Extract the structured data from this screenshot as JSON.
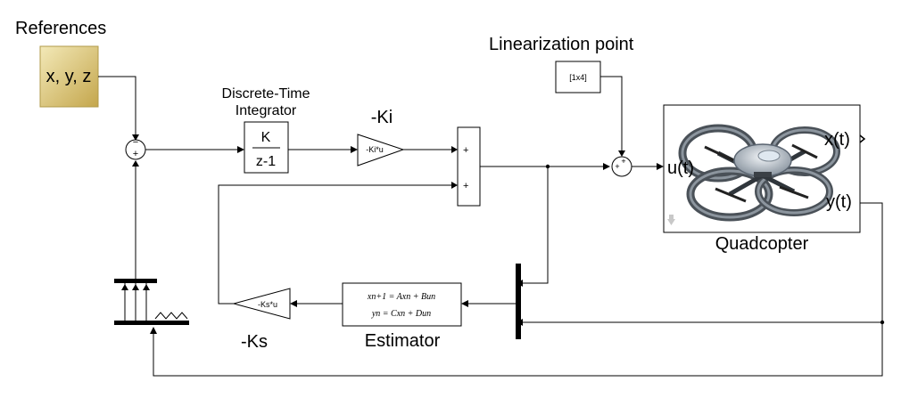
{
  "blocks": {
    "references": {
      "title": "References",
      "value": "x, y, z"
    },
    "sum_ref": {
      "minus": "−",
      "plus": "+"
    },
    "integrator": {
      "title_line1": "Discrete-Time",
      "title_line2": "Integrator",
      "numerator": "K",
      "denominator": "z-1"
    },
    "gain_ki": {
      "title": "-Ki",
      "value": "-Ki*u"
    },
    "sum_mid": {
      "in1": "+",
      "in2": "+"
    },
    "lin_point": {
      "title": "Linearization point",
      "value": "[1x4]"
    },
    "sum_lin": {
      "in1": "+",
      "in2": "+"
    },
    "quadcopter": {
      "title": "Quadcopter",
      "in_port": "u(t)",
      "out_x": "x(t)",
      "out_y": "y(t)"
    },
    "estimator": {
      "title": "Estimator",
      "eq1": "xn+1 = Axn + Bun",
      "eq2": "yn = Cxn + Dun"
    },
    "gain_ks": {
      "title": "-Ks",
      "value": "-Ks*u"
    }
  },
  "colors": {
    "references_fill_top": "#efe2a8",
    "references_fill_bottom": "#c8ad55",
    "references_border": "#b8a04a",
    "drone_body": "#b8c0c8",
    "drone_dark": "#3a4046"
  }
}
